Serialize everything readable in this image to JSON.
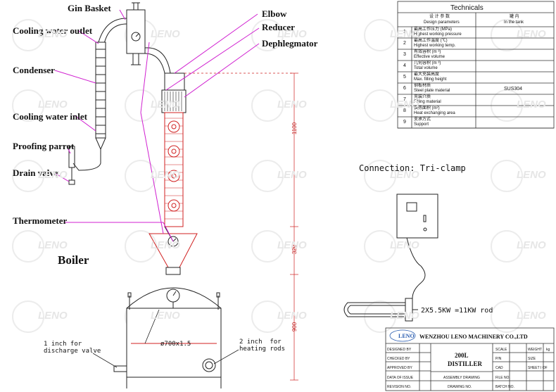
{
  "labels": {
    "gin_basket": "Gin Basket",
    "cooling_water_outlet": "Cooling water outlet",
    "condenser": "Condenser",
    "cooling_water_inlet": "Cooling water inlet",
    "proofing_parrot": "Proofing parrot",
    "drain_valve": "Drain valve",
    "thermometer": "Thermometer",
    "boiler": "Boiler",
    "elbow": "Elbow",
    "reducer": "Reducer",
    "dephlegmator": "Dephlegmator"
  },
  "notes": {
    "discharge": "1 inch for\ndischarge valve",
    "heating": "2 inch  for\nheating rods",
    "diameter": "ø700x1.5",
    "connection": "Connection: Tri-clamp",
    "rod_spec": "2X5.5KW =11KW rod"
  },
  "dimensions": {
    "d1100": "1100",
    "d320": "320",
    "d900": "900"
  },
  "technicals": {
    "title": "Technicals",
    "header_cn": "设 计 参 数",
    "header_en": "Design parameters",
    "col2_cn": "罐 内",
    "col2_en": "In the tank",
    "rows": [
      {
        "no": "1",
        "cn": "最高工作压力   (MPa)",
        "en": "Highest working pressure",
        "val": ""
      },
      {
        "no": "2",
        "cn": "最高工作温度   (℃)",
        "en": "Highest working temp.",
        "val": ""
      },
      {
        "no": "3",
        "cn": "有效容积   (m ³)",
        "en": "Effective volume",
        "val": ""
      },
      {
        "no": "4",
        "cn": "几何容积   (m ³)",
        "en": "Total volume",
        "val": ""
      },
      {
        "no": "5",
        "cn": "最大充装高度",
        "en": "Max. filling height",
        "val": ""
      },
      {
        "no": "6",
        "cn": "钢板材质",
        "en": "Steel plate material",
        "val": "SUS304"
      },
      {
        "no": "7",
        "cn": "充装介质",
        "en": "Filling material",
        "val": ""
      },
      {
        "no": "8",
        "cn": "换热面积   (m²)",
        "en": "Heat exchanging area",
        "val": ""
      },
      {
        "no": "9",
        "cn": "支承方式",
        "en": "Support",
        "val": ""
      }
    ]
  },
  "title_block": {
    "company": "WENZHOU LENO MACHINERY CO.,LTD",
    "logo": "LENO",
    "designed_by": "DESIGNED BY",
    "checked_by": "CHECKED BY",
    "approved_by": "APPROVED BY",
    "date_of_issue": "DATA OF ISSUE",
    "revision_no": "REVISION NO.",
    "product_1": "200L",
    "product_2": "DISTILLER",
    "assembly": "ASSEMBLY DRAWING",
    "drawing_no": "DRAWING NO.",
    "scale": "SCALE",
    "weight": "WEIGHT",
    "weight_unit": "kg",
    "pn": "P/N",
    "size": "SIZE",
    "cad": "CAD",
    "sheet": "SHEET  I   OF",
    "file_no": "FILE NO.",
    "batch_no": "BATCH NO."
  },
  "watermark": "LENO"
}
